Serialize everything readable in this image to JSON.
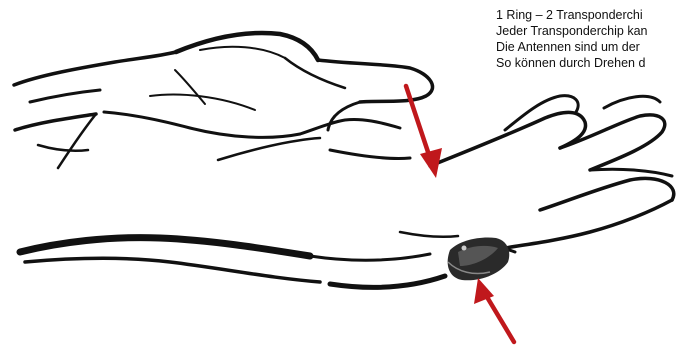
{
  "caption": {
    "lines": [
      "1 Ring – 2 Transponderchi",
      "Jeder Transponderchip kan",
      "Die Antennen sind um der",
      "So können durch Drehen d"
    ]
  },
  "colors": {
    "arrow": "#c0181c",
    "ink": "#111111",
    "ring": "#2a2a2a"
  }
}
